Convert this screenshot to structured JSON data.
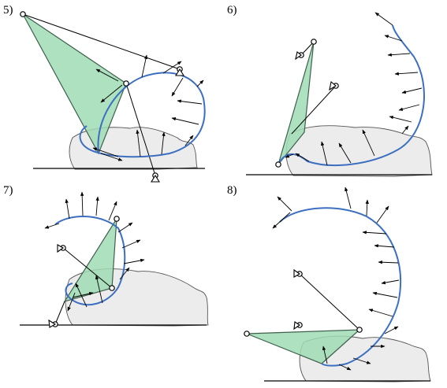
{
  "panels": [
    {
      "label": "5)"
    },
    {
      "label": "6)"
    },
    {
      "label": "7)"
    },
    {
      "label": "8)"
    }
  ]
}
